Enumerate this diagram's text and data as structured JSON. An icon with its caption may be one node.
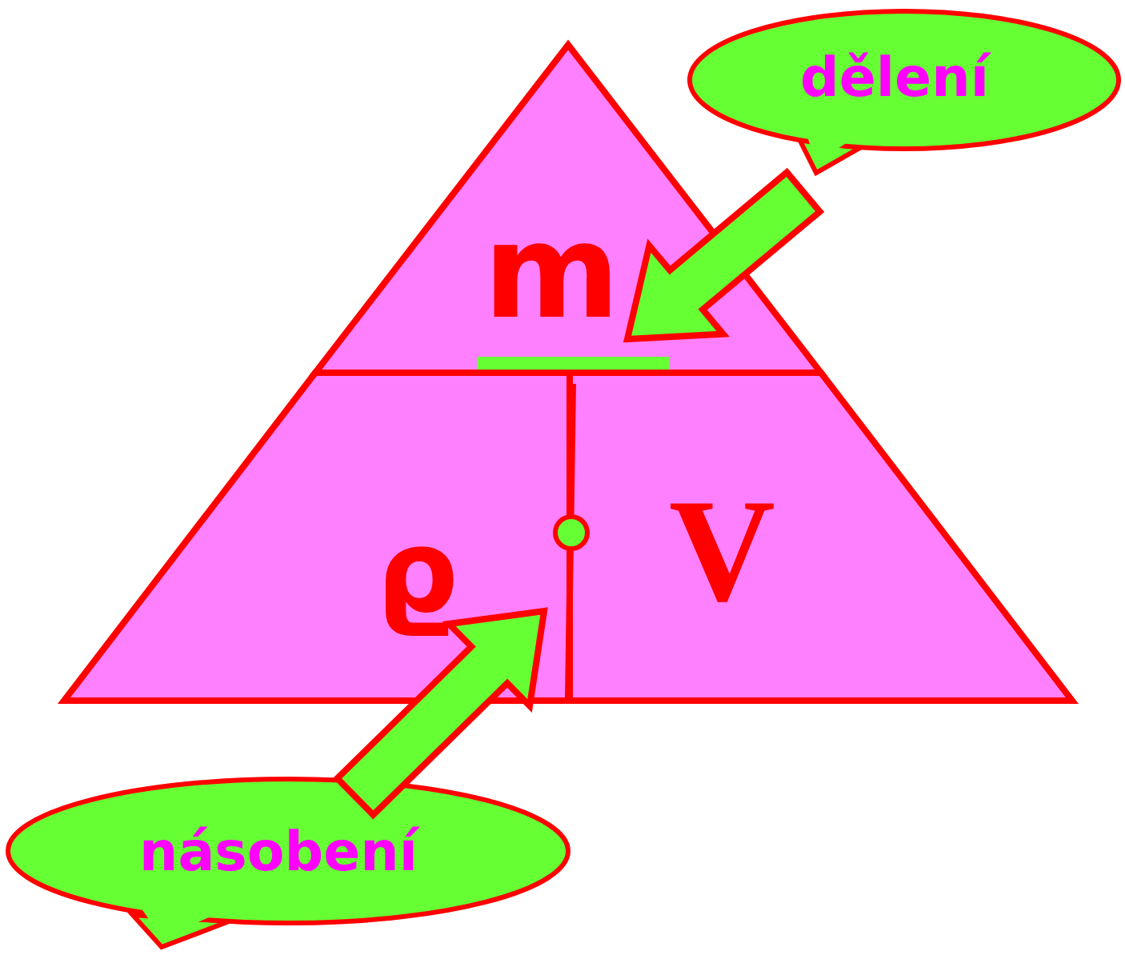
{
  "diagram": {
    "nodes": [
      {
        "text": [
          "m"
        ]
      },
      {
        "text": [
          "ϱ"
        ]
      },
      {
        "text": [
          "V"
        ]
      },
      {
        "text": [
          "dělení"
        ]
      },
      {
        "text": [
          "násobení"
        ]
      }
    ],
    "edges": [
      {
        "from": 3,
        "to": 0,
        "arrow": "to",
        "style": "thick",
        "color": "#66ff33"
      },
      {
        "from": 4,
        "to": 1,
        "arrow": "to",
        "style": "thick",
        "color": "#66ff33"
      }
    ]
  }
}
